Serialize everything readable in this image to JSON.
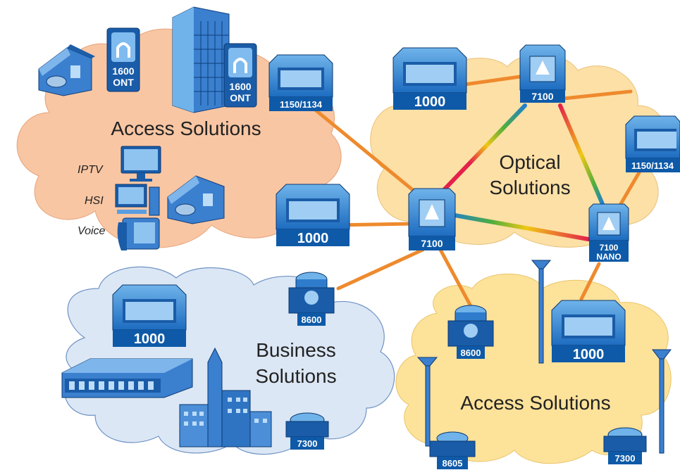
{
  "clouds": {
    "access_top": {
      "title": "Access Solutions"
    },
    "optical": {
      "title_line1": "Optical",
      "title_line2": "Solutions"
    },
    "business": {
      "title_line1": "Business",
      "title_line2": "Solutions"
    },
    "access_bottom": {
      "title": "Access Solutions"
    }
  },
  "services": {
    "iptv": "IPTV",
    "hsi": "HSI",
    "voice": "Voice"
  },
  "devices": {
    "ont_1600_a": {
      "line1": "1600",
      "line2": "ONT"
    },
    "ont_1600_b": {
      "line1": "1600",
      "line2": "ONT"
    },
    "dev_1150_top": {
      "label": "1150/1134"
    },
    "dev_1000_optical": {
      "label": "1000"
    },
    "dev_7100_top": {
      "label": "7100"
    },
    "dev_1150_right": {
      "label": "1150/1134"
    },
    "dev_1000_mid": {
      "label": "1000"
    },
    "dev_7100_center": {
      "label": "7100"
    },
    "dev_7100_nano": {
      "line1": "7100",
      "line2": "NANO"
    },
    "dev_8600_business": {
      "label": "8600"
    },
    "dev_1000_business": {
      "label": "1000"
    },
    "dev_7300_business": {
      "label": "7300"
    },
    "dev_8600_access": {
      "label": "8600"
    },
    "dev_1000_access": {
      "label": "1000"
    },
    "dev_8605": {
      "label": "8605"
    },
    "dev_7300_access": {
      "label": "7300"
    }
  },
  "colors": {
    "access_cloud": "#f9c6a3",
    "optical_cloud": "#fde0a6",
    "business_cloud": "#dce7f5",
    "access_bottom_cloud": "#fde29a",
    "device_blue": "#0e5aa8",
    "link_orange": "#ee8a2d"
  }
}
